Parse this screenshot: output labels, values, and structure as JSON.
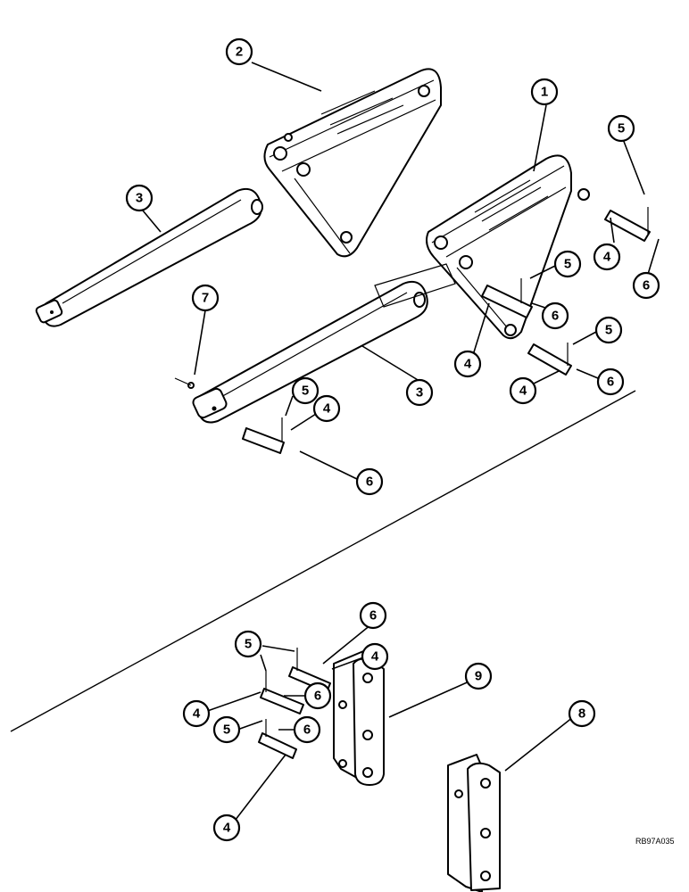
{
  "diagram": {
    "reference_code": "RB97A035",
    "callouts": [
      {
        "id": "c1",
        "label": "1"
      },
      {
        "id": "c2",
        "label": "2"
      },
      {
        "id": "c3a",
        "label": "3"
      },
      {
        "id": "c3b",
        "label": "3"
      },
      {
        "id": "c4a",
        "label": "4"
      },
      {
        "id": "c4b",
        "label": "4"
      },
      {
        "id": "c4c",
        "label": "4"
      },
      {
        "id": "c4d",
        "label": "4"
      },
      {
        "id": "c4e",
        "label": "4"
      },
      {
        "id": "c4f",
        "label": "4"
      },
      {
        "id": "c4g",
        "label": "4"
      },
      {
        "id": "c5a",
        "label": "5"
      },
      {
        "id": "c5b",
        "label": "5"
      },
      {
        "id": "c5c",
        "label": "5"
      },
      {
        "id": "c5d",
        "label": "5"
      },
      {
        "id": "c5e",
        "label": "5"
      },
      {
        "id": "c5f",
        "label": "5"
      },
      {
        "id": "c6a",
        "label": "6"
      },
      {
        "id": "c6b",
        "label": "6"
      },
      {
        "id": "c6c",
        "label": "6"
      },
      {
        "id": "c6d",
        "label": "6"
      },
      {
        "id": "c6e",
        "label": "6"
      },
      {
        "id": "c6f",
        "label": "6"
      },
      {
        "id": "c6g",
        "label": "6"
      },
      {
        "id": "c7",
        "label": "7"
      },
      {
        "id": "c8",
        "label": "8"
      },
      {
        "id": "c9",
        "label": "9"
      }
    ]
  }
}
